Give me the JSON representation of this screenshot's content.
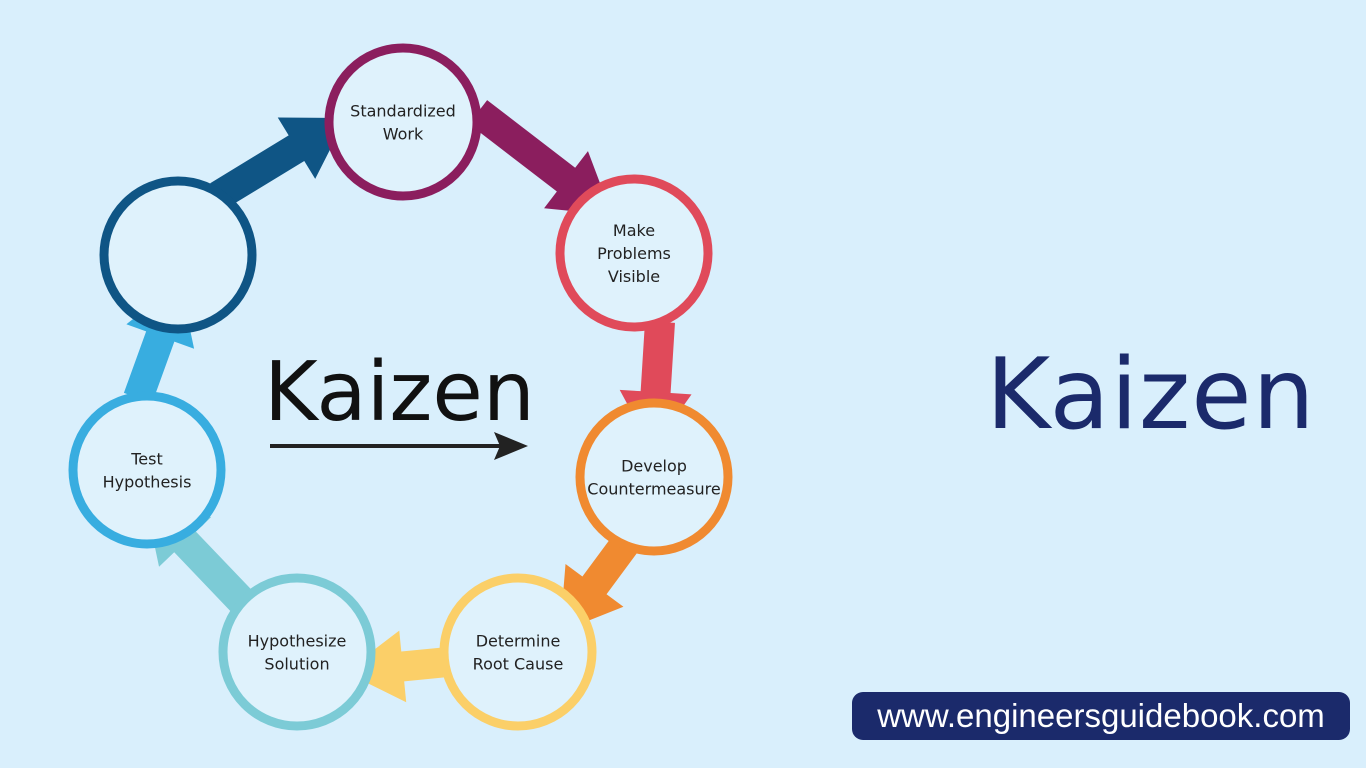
{
  "diagram": {
    "center_title": "Kaizen",
    "steps": [
      {
        "lines": [
          "Standardized",
          "Work"
        ],
        "color": "#8b1e5e"
      },
      {
        "lines": [
          "Make",
          "Problems",
          "Visible"
        ],
        "color": "#e04a5a"
      },
      {
        "lines": [
          "Develop",
          "Countermeasure"
        ],
        "color": "#f08a30"
      },
      {
        "lines": [
          "Determine",
          "Root Cause"
        ],
        "color": "#fbcf68"
      },
      {
        "lines": [
          "Hypothesize",
          "Solution"
        ],
        "color": "#7ccbd6"
      },
      {
        "lines": [
          "Test",
          "Hypothesis"
        ],
        "color": "#38ade0"
      },
      {
        "lines": [],
        "color": "#0f5585"
      }
    ]
  },
  "title": "Kaizen",
  "website": "www.engineersguidebook.com"
}
